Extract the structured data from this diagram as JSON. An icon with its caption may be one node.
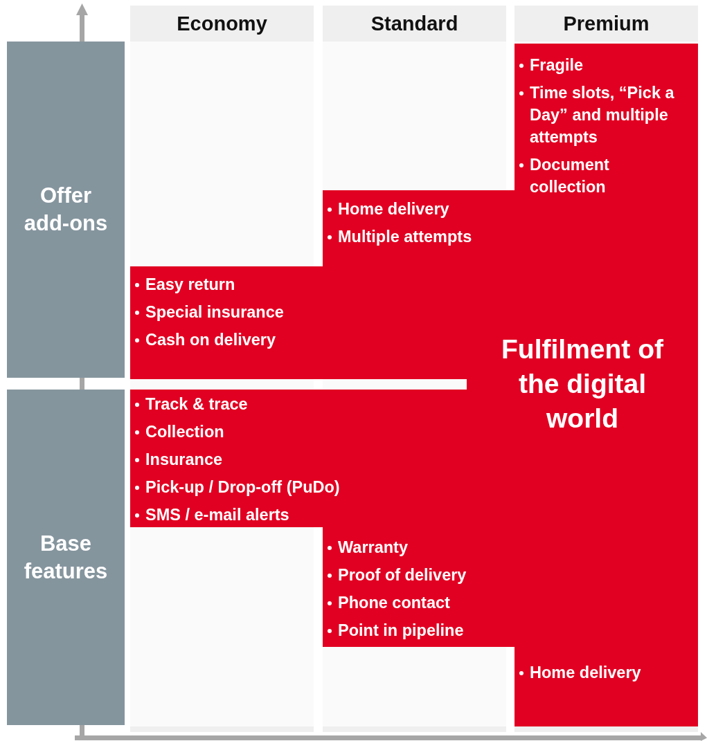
{
  "diagram": {
    "nodes": [
      {
        "text": [
          "Economy"
        ]
      },
      {
        "text": [
          "Standard"
        ]
      },
      {
        "text": [
          "Premium"
        ]
      },
      {
        "text": [
          "Offer add-ons"
        ]
      },
      {
        "text": [
          "Base features"
        ]
      },
      {
        "text": [
          "Fragile",
          "Time slots, “Pick a Day” and multiple attempts",
          "Document collection",
          "Home delivery",
          "Multiple attempts",
          "Easy return",
          "Special insurance",
          "Cash on delivery",
          "Fulfilment of the digital world",
          "Track & trace",
          "Collection",
          "Insurance",
          "Pick-up / Drop-off (PuDo)",
          "SMS / e-mail alerts",
          "Warranty",
          "Proof of delivery",
          "Phone contact",
          "Point in pipeline",
          "Home delivery"
        ]
      }
    ],
    "edges": []
  }
}
